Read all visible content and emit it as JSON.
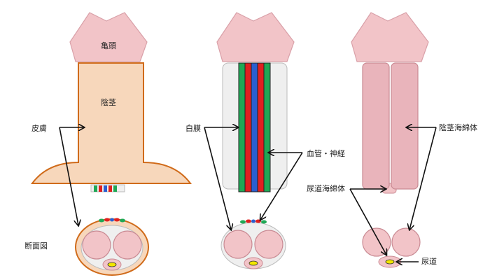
{
  "labels": {
    "glans": "亀頭",
    "shaft": "陰茎",
    "skin": "皮膚",
    "cross_section": "断面図",
    "tunica": "白膜",
    "vessels_nerves": "血管・神経",
    "urethral_spongy_body": "尿道海綿体",
    "corpus_cavernosum": "陰茎海綿体",
    "urethra": "尿道"
  },
  "colors": {
    "glans": "#f2c4c8",
    "glans_stroke": "#d9a0a8",
    "skin": "#f7d7bb",
    "skin_stroke": "#d06b1a",
    "tunica": "#efefef",
    "tunica_stroke": "#bbbbbb",
    "cavernosum": "#e9b4bb",
    "cavernosum_stroke": "#c98a93",
    "vessel_red": "#e02020",
    "vessel_green": "#1fa855",
    "vessel_blue": "#2a5fd0",
    "urethra_yellow": "#f2e600",
    "arrow": "#111111"
  }
}
